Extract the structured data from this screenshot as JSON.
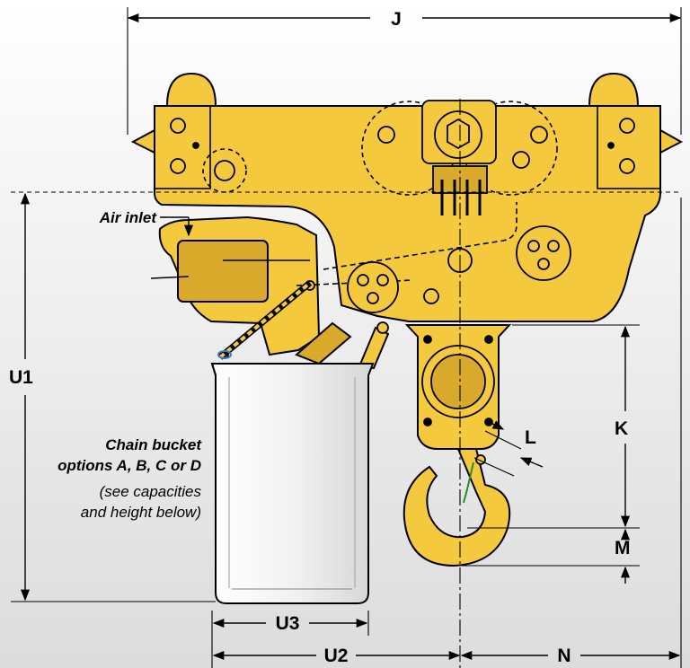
{
  "colors": {
    "hoist_yellow": "#f4c93d",
    "hoist_shadow": "#d8a92a",
    "background_top": "#ffffff",
    "background_bottom": "#dcdcdc",
    "outline": "#000000"
  },
  "dimensions": {
    "J": "J",
    "U1": "U1",
    "K": "K",
    "L": "L",
    "M": "M",
    "U3": "U3",
    "U2": "U2",
    "N": "N"
  },
  "callouts": {
    "air_inlet": "Air inlet",
    "bucket_line1": "Chain bucket",
    "bucket_line2": "options A, B, C or D",
    "bucket_line3": "(see capacities",
    "bucket_line4": "and height below)"
  }
}
